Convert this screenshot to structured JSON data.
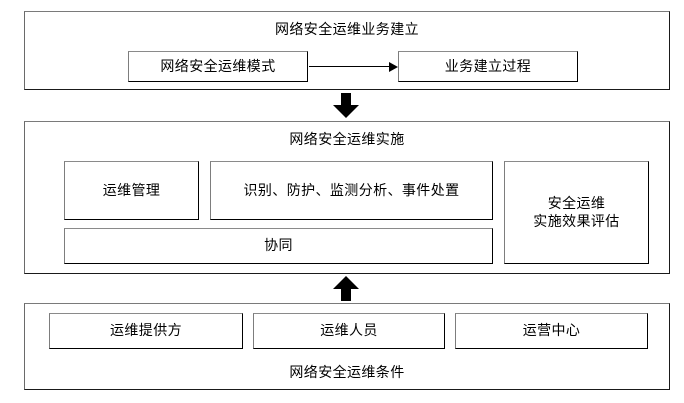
{
  "diagram": {
    "type": "block-diagram",
    "language": "zh-CN",
    "background_color": "#ffffff",
    "line_color": "#000000",
    "sections": [
      {
        "id": "business-establishment",
        "title": "网络安全运维业务建立",
        "nodes": [
          {
            "id": "ops-mode",
            "label": "网络安全运维模式"
          },
          {
            "id": "establishment-process",
            "label": "业务建立过程"
          }
        ],
        "connector": {
          "id": "mode-to-process-arrow",
          "kind": "arrow-right"
        }
      },
      {
        "id": "implementation",
        "title": "网络安全运维实施",
        "nodes": [
          {
            "id": "ops-management",
            "label": "运维管理"
          },
          {
            "id": "identify-protect-monitor-respond",
            "label": "识别、防护、监测分析、事件处置"
          },
          {
            "id": "collaboration",
            "label": "协同"
          },
          {
            "id": "effect-evaluation",
            "label": "安全运维\n实施效果评估"
          }
        ]
      },
      {
        "id": "conditions",
        "title": "网络安全运维条件",
        "nodes": [
          {
            "id": "ops-provider",
            "label": "运维提供方"
          },
          {
            "id": "ops-personnel",
            "label": "运维人员"
          },
          {
            "id": "operations-center",
            "label": "运营中心"
          }
        ]
      }
    ],
    "connectors": [
      {
        "id": "top-to-middle-arrow",
        "kind": "block-arrow-down"
      },
      {
        "id": "bottom-to-middle-arrow",
        "kind": "block-arrow-up"
      }
    ]
  }
}
